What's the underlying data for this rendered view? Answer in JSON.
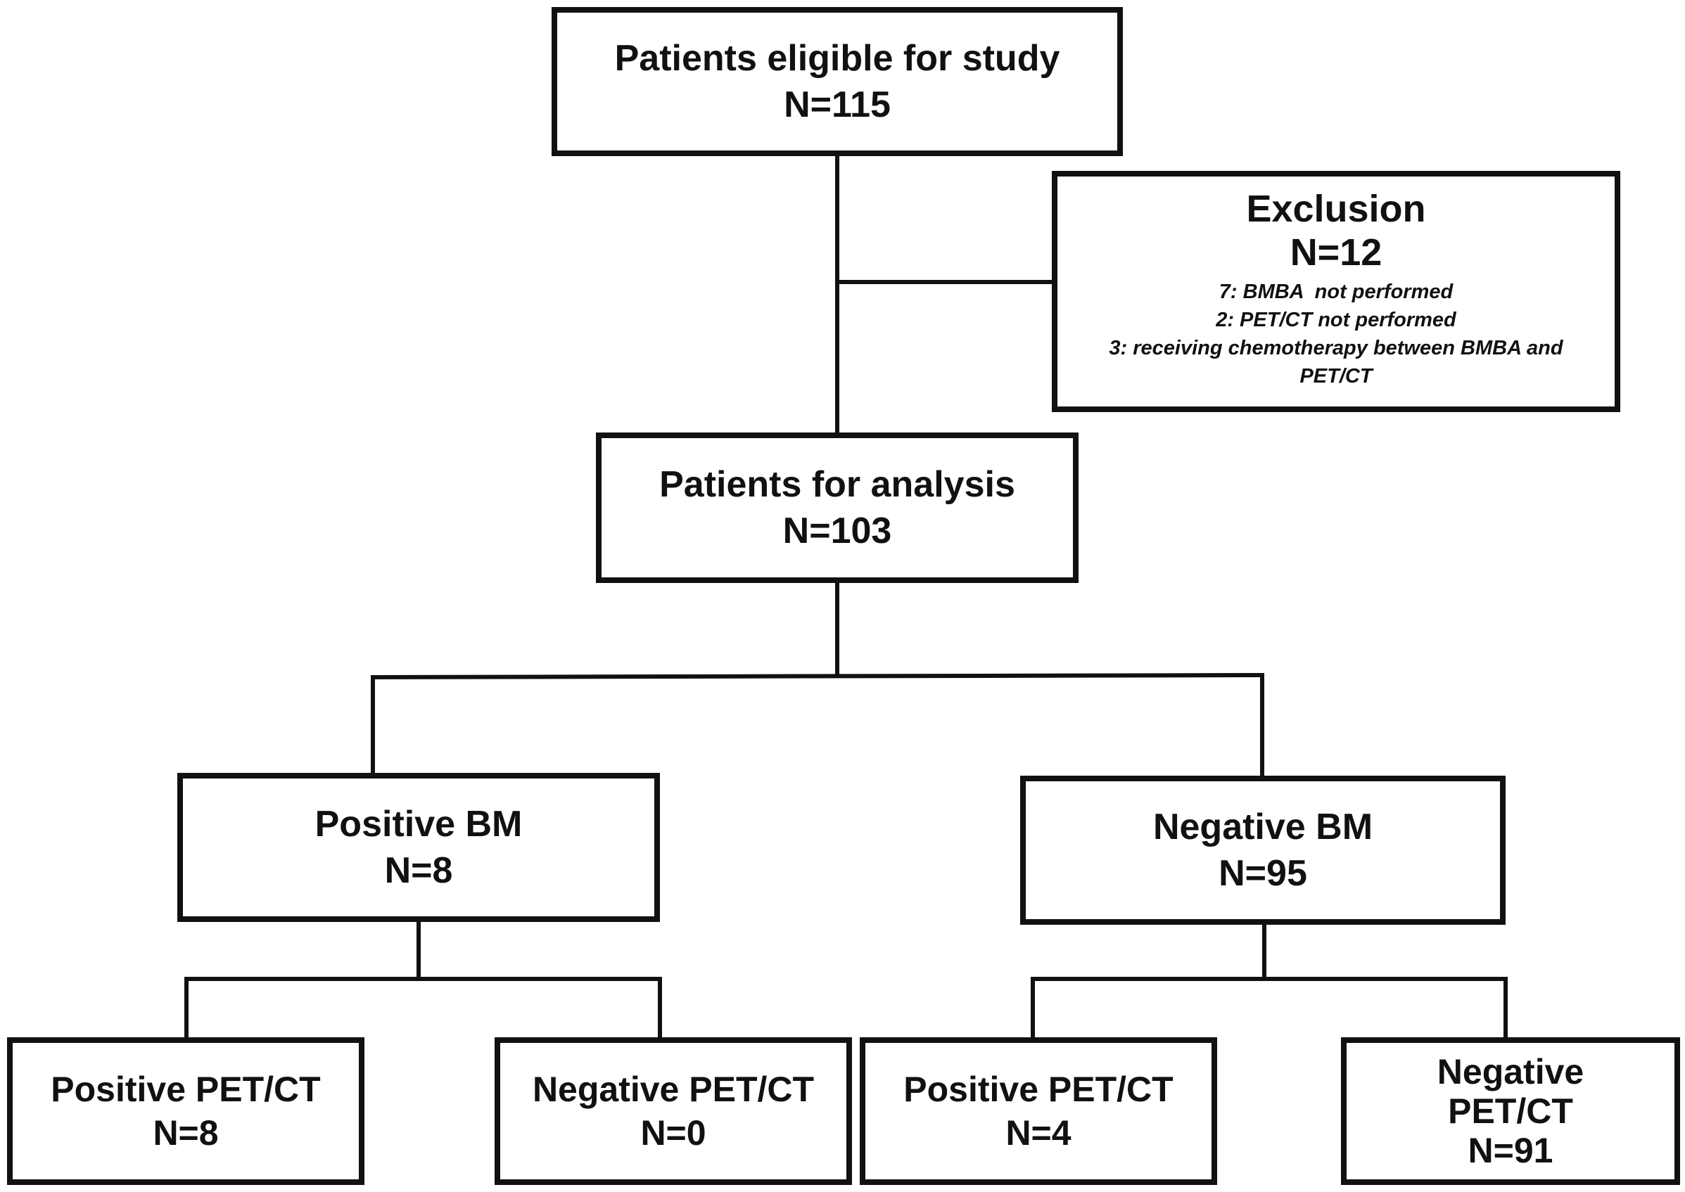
{
  "eligible": {
    "title": "Patients eligible for study",
    "n": "N=115"
  },
  "exclusion": {
    "title": "Exclusion",
    "n": "N=12",
    "reasons": [
      "7: BMBA  not performed",
      "2: PET/CT not performed",
      "3: receiving chemotherapy between BMBA and",
      "PET/CT"
    ]
  },
  "analysis": {
    "title": "Patients for analysis",
    "n": "N=103"
  },
  "positive_bm": {
    "title": "Positive BM",
    "n": "N=8"
  },
  "negative_bm": {
    "title": "Negative BM",
    "n": "N=95"
  },
  "pos_bm_pos_pet": {
    "title": "Positive PET/CT",
    "n": "N=8"
  },
  "pos_bm_neg_pet": {
    "title": "Negative PET/CT",
    "n": "N=0"
  },
  "neg_bm_pos_pet": {
    "title": "Positive PET/CT",
    "n": "N=4"
  },
  "neg_bm_neg_pet": {
    "title_line1": "Negative",
    "title_line2": "PET/CT",
    "n": "N=91"
  }
}
